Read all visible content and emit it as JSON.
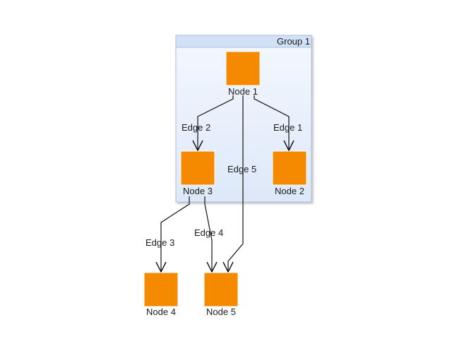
{
  "colors": {
    "node_fill": "#f58a00",
    "node_stroke": "#ffffff",
    "group_fill": "#e6eefb",
    "group_header": "#d3e1f7",
    "group_stroke": "#a9bfe0",
    "edge": "#111111"
  },
  "group": {
    "label": "Group 1"
  },
  "nodes": [
    {
      "id": "node-1",
      "label": "Node 1"
    },
    {
      "id": "node-2",
      "label": "Node 2"
    },
    {
      "id": "node-3",
      "label": "Node 3"
    },
    {
      "id": "node-4",
      "label": "Node 4"
    },
    {
      "id": "node-5",
      "label": "Node 5"
    }
  ],
  "edges": [
    {
      "id": "edge-1",
      "label": "Edge 1",
      "from": "Node 1",
      "to": "Node 2"
    },
    {
      "id": "edge-2",
      "label": "Edge 2",
      "from": "Node 1",
      "to": "Node 3"
    },
    {
      "id": "edge-3",
      "label": "Edge 3",
      "from": "Node 3",
      "to": "Node 4"
    },
    {
      "id": "edge-4",
      "label": "Edge 4",
      "from": "Node 3",
      "to": "Node 5"
    },
    {
      "id": "edge-5",
      "label": "Edge 5",
      "from": "Node 1",
      "to": "Node 5"
    }
  ]
}
